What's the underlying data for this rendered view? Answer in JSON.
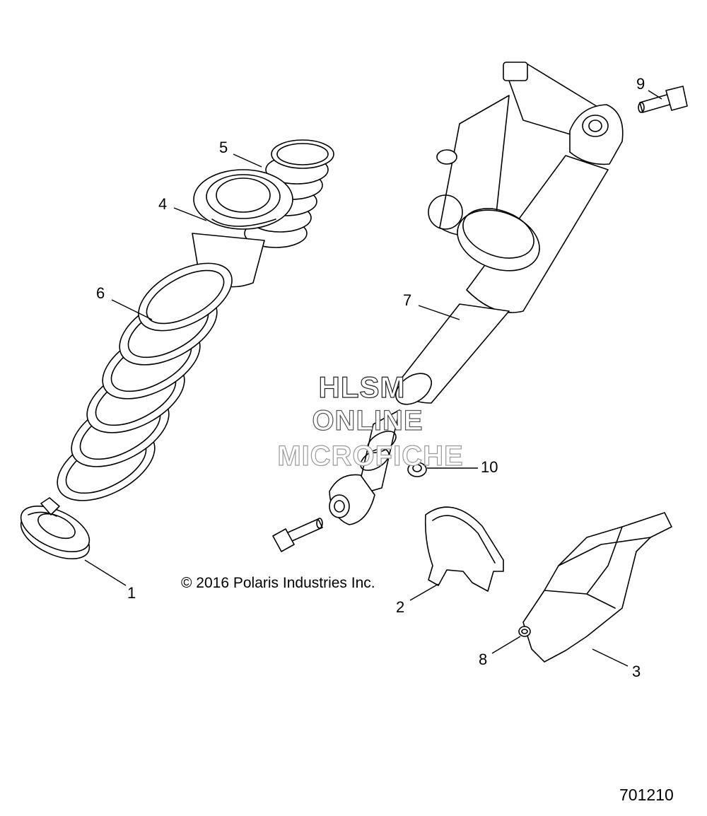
{
  "callouts": {
    "c1": "1",
    "c2": "2",
    "c3": "3",
    "c4": "4",
    "c5": "5",
    "c6": "6",
    "c7": "7",
    "c8": "8",
    "c9": "9",
    "c10": "10"
  },
  "copyright": "© 2016 Polaris Industries Inc.",
  "drawing_number": "701210",
  "watermark": {
    "line1": "HLSM",
    "line2": "ONLINE",
    "line3": "MICROFICHE"
  }
}
